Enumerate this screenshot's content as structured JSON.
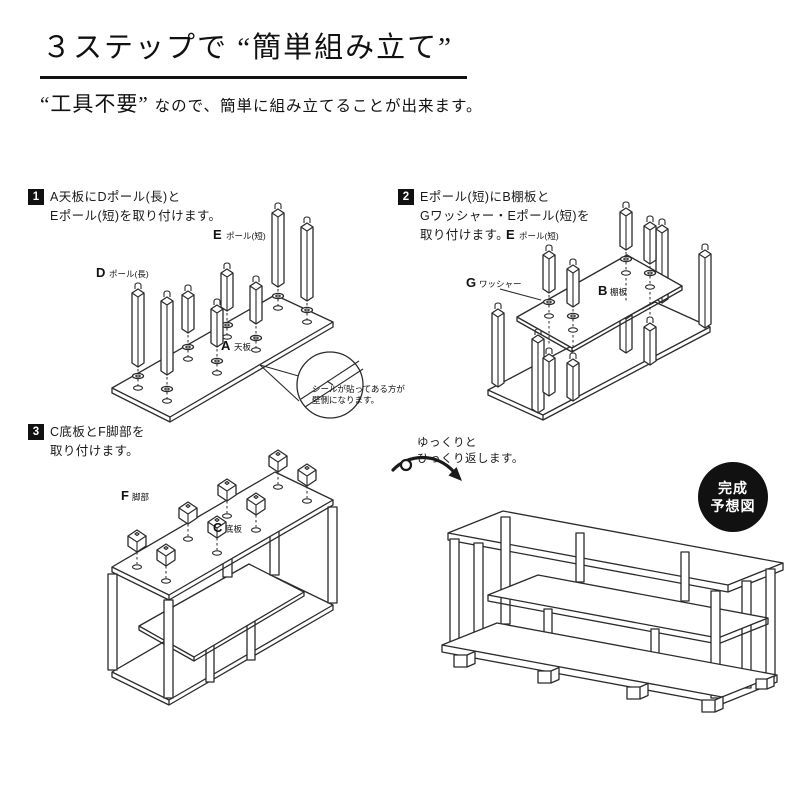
{
  "header": {
    "title": "３ステップで “簡単組み立て”",
    "lead_em": "“工具不要”",
    "lead_rest": "なので、簡単に組み立てることが出来ます。"
  },
  "steps": {
    "s1": {
      "num": "1",
      "line1": "A天板にDポール(長)と",
      "line2": "Eポール(短)を取り付けます。"
    },
    "s2": {
      "num": "2",
      "line1": "Eポール(短)にB棚板と",
      "line2": "Gワッシャー・Eポール(短)を",
      "line3": "取り付けます。"
    },
    "s3": {
      "num": "3",
      "line1": "C底板とF脚部を",
      "line2": "取り付けます。"
    }
  },
  "d1": {
    "e_letter": "E",
    "e_part": "ポール(短)",
    "d_letter": "D",
    "d_part": "ポール(長)",
    "a_letter": "A",
    "a_part": "天板",
    "callout1": "シールが貼ってある方が",
    "callout2": "壁側になります。"
  },
  "d2": {
    "e_letter": "E",
    "e_part": "ポール(短)",
    "g_letter": "G",
    "g_part": "ワッシャー",
    "b_letter": "B",
    "b_part": "棚板"
  },
  "d3": {
    "f_letter": "F",
    "f_part": "脚部",
    "c_letter": "C",
    "c_part": "底板"
  },
  "flip": {
    "line1": "ゆっくりと",
    "line2": "ひっくり返します。"
  },
  "badge": {
    "line1": "完成",
    "line2": "予想図"
  },
  "colors": {
    "ink": "#1a1a1a",
    "line": "#2b2b2b",
    "badge_bg": "#111111",
    "badge_text": "#ffffff"
  }
}
